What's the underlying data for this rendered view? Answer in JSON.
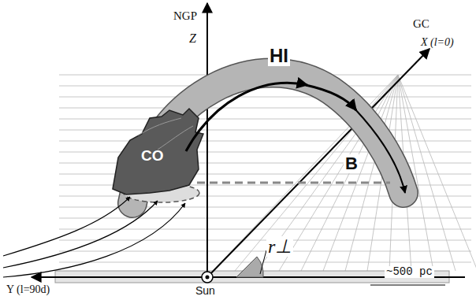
{
  "diagram": {
    "labels": [
      "NGP",
      "Z",
      "GC",
      "X (l=0)",
      "HI",
      "CO",
      "B",
      "Sun",
      "r⊥",
      "~500 pc",
      "Y (l=90d)"
    ]
  }
}
